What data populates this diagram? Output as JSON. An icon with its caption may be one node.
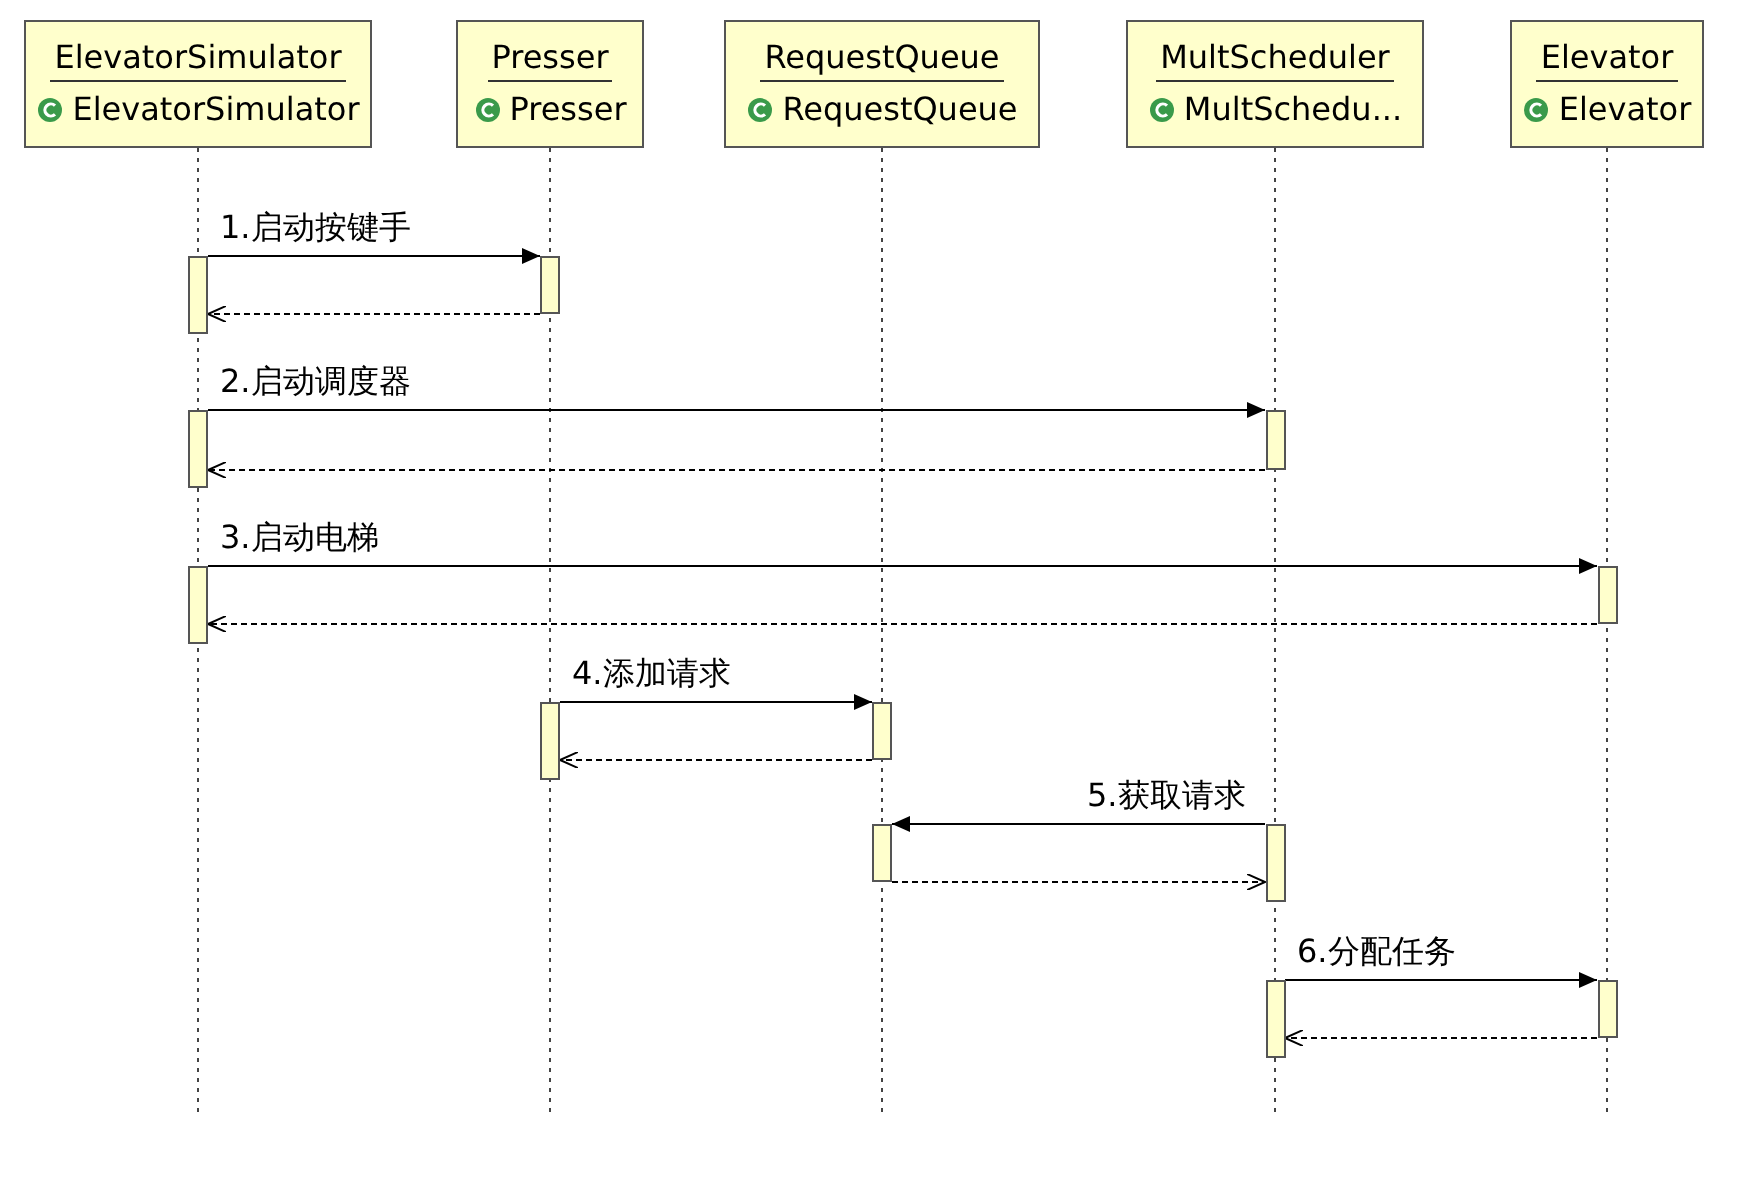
{
  "diagram": {
    "nodes": [
      {
        "text": [
          "ElevatorSimulator",
          "ElevatorSimulator"
        ]
      },
      {
        "text": [
          "Presser",
          "Presser"
        ]
      },
      {
        "text": [
          "RequestQueue",
          "RequestQueue"
        ]
      },
      {
        "text": [
          "MultScheduler",
          "MultSchedu..."
        ]
      },
      {
        "text": [
          "Elevator",
          "Elevator"
        ]
      },
      {
        "text": [],
        "shape": "bar"
      },
      {
        "text": [],
        "shape": "bar"
      },
      {
        "text": [],
        "shape": "bar"
      },
      {
        "text": [],
        "shape": "bar"
      },
      {
        "text": [],
        "shape": "bar"
      },
      {
        "text": [],
        "shape": "bar"
      },
      {
        "text": [],
        "shape": "bar"
      },
      {
        "text": [],
        "shape": "bar"
      },
      {
        "text": [],
        "shape": "bar"
      },
      {
        "text": [],
        "shape": "bar"
      },
      {
        "text": [],
        "shape": "bar"
      },
      {
        "text": [],
        "shape": "bar"
      }
    ],
    "edges": [
      {
        "from": 5,
        "to": 6,
        "arrow": "to",
        "label": "1.启动按键手"
      },
      {
        "from": 6,
        "to": 5,
        "arrow": "to",
        "style": "dashed"
      },
      {
        "from": 7,
        "to": 8,
        "arrow": "to",
        "label": "2.启动调度器"
      },
      {
        "from": 8,
        "to": 7,
        "arrow": "to",
        "style": "dashed"
      },
      {
        "from": 9,
        "to": 10,
        "arrow": "to",
        "label": "3.启动电梯"
      },
      {
        "from": 10,
        "to": 9,
        "arrow": "to",
        "style": "dashed"
      },
      {
        "from": 11,
        "to": 12,
        "arrow": "to",
        "label": "4.添加请求"
      },
      {
        "from": 12,
        "to": 11,
        "arrow": "to",
        "style": "dashed"
      },
      {
        "from": 14,
        "to": 13,
        "arrow": "to",
        "label": "5.获取请求"
      },
      {
        "from": 13,
        "to": 14,
        "arrow": "to",
        "style": "dashed"
      },
      {
        "from": 15,
        "to": 16,
        "arrow": "to",
        "label": "6.分配任务"
      },
      {
        "from": 16,
        "to": 15,
        "arrow": "to",
        "style": "dashed"
      }
    ]
  }
}
